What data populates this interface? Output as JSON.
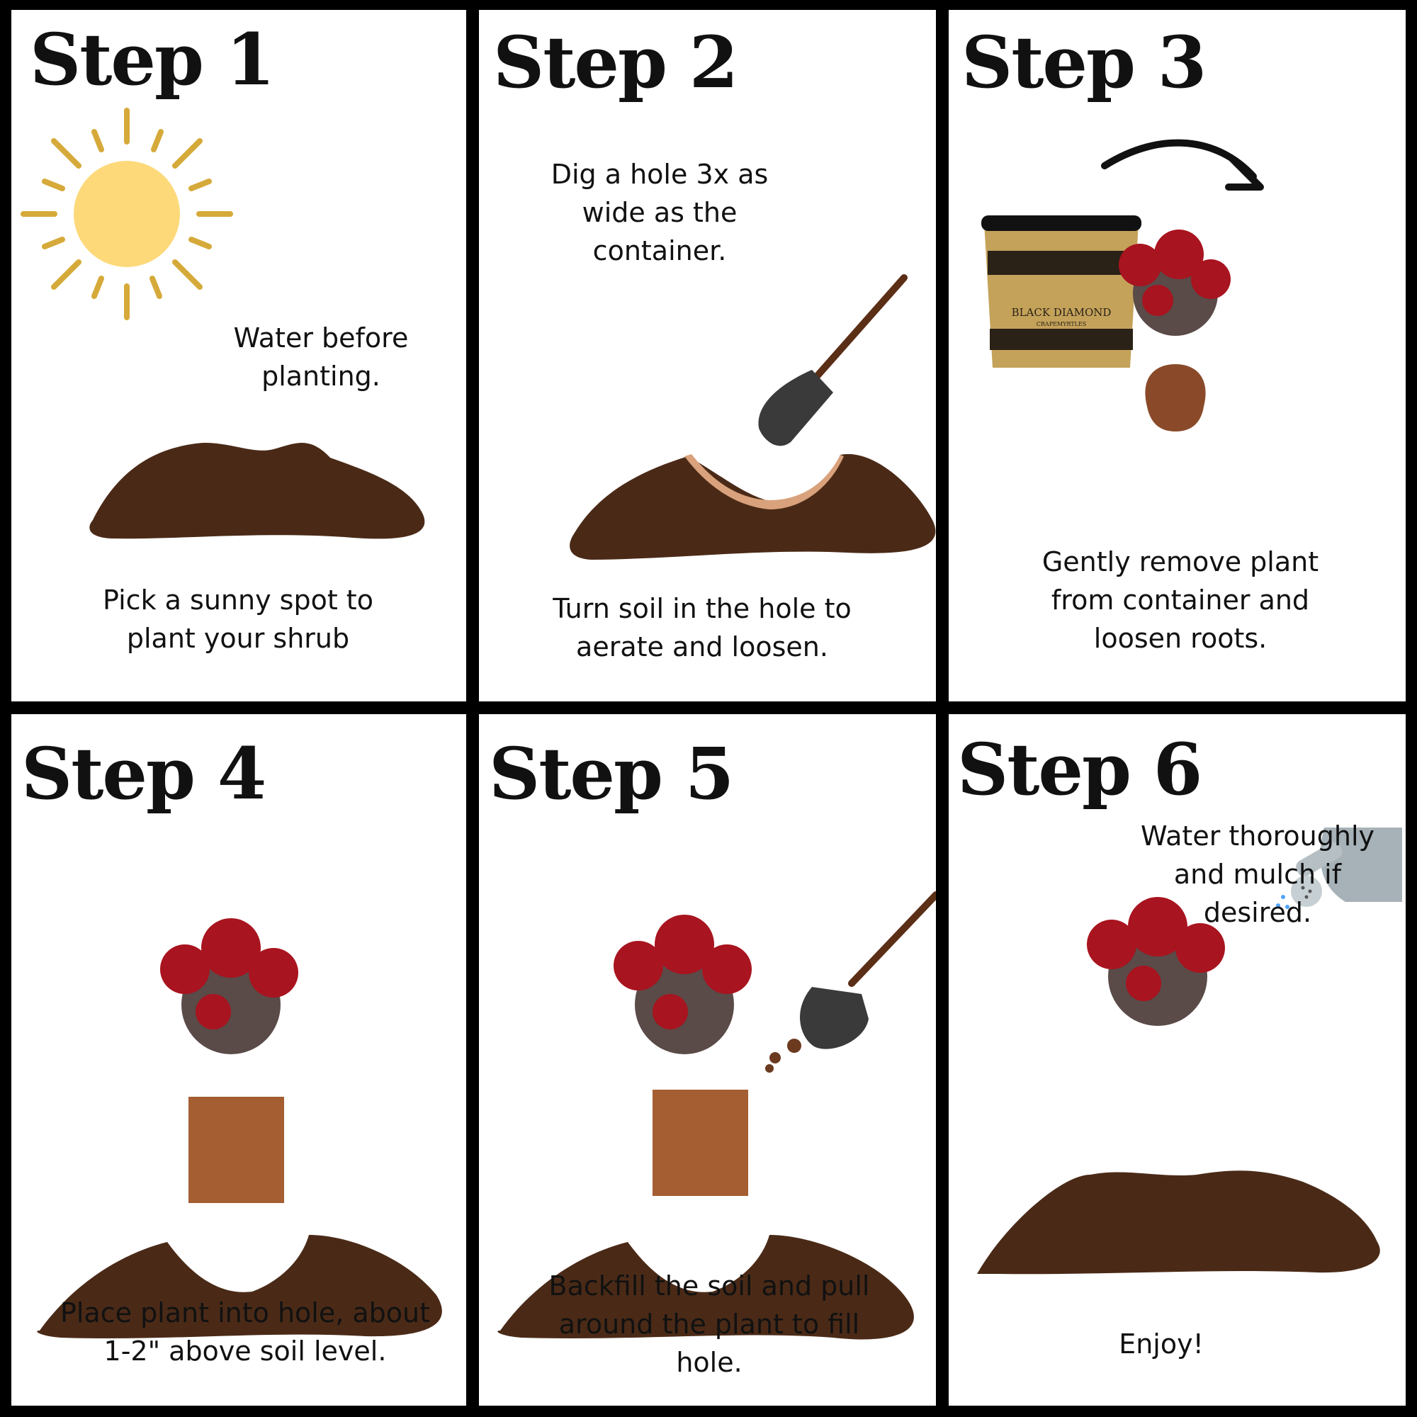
{
  "steps": [
    {
      "title": "Step 1",
      "caption": "Pick a sunny spot to plant your shrub",
      "note": "Water before planting."
    },
    {
      "title": "Step 2",
      "caption": "Turn soil in the hole to aerate and loosen.",
      "note": "Dig a hole 3x as wide as the container."
    },
    {
      "title": "Step 3",
      "caption": "Gently remove plant from container and loosen roots."
    },
    {
      "title": "Step 4",
      "caption": "Place plant into hole, about 1-2\" above soil level."
    },
    {
      "title": "Step 5",
      "caption": "Backfill the soil and pull around the plant to fill hole."
    },
    {
      "title": "Step 6",
      "caption": "Enjoy!",
      "note": "Water thoroughly and mulch if desired."
    }
  ],
  "container_brand": {
    "name": "BLACK DIAMOND",
    "sub": "CRAPEMYRTLES"
  },
  "colors": {
    "soil": "#4a2a17",
    "hole": "#d9a27c",
    "sun": "#fdd97a",
    "sun_rays": "#d6aa3a",
    "bloom": "#a8141f"
  },
  "icons": [
    "sun-icon",
    "soil-mound-icon",
    "shovel-icon",
    "arrow-icon",
    "container-pot-icon",
    "shrub-icon",
    "watering-can-icon"
  ]
}
